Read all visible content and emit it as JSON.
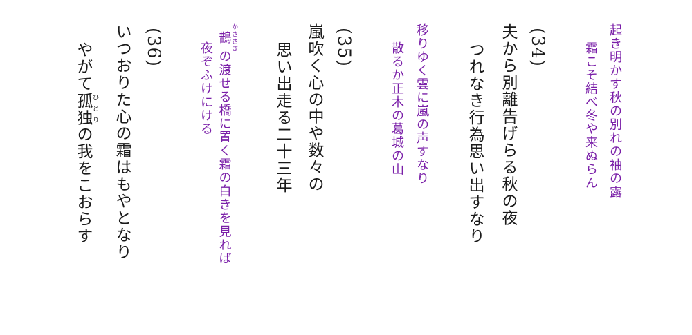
{
  "poems": [
    {
      "number": null,
      "color": "#7a1fa8",
      "lines": [
        "起き明かす秋の別れの袖の露",
        "霜こそ結べ冬や来ぬらん"
      ]
    },
    {
      "number": "(34)",
      "color": "#1a1a1a",
      "lines": [
        "夫から別離告げらる秋の夜",
        "つれなき行為思い出すなり"
      ]
    },
    {
      "number": null,
      "color": "#7a1fa8",
      "lines": [
        "移りゆく雲に嵐の声すなり",
        "散るか正木の葛城の山"
      ]
    },
    {
      "number": "(35)",
      "color": "#1a1a1a",
      "lines": [
        "嵐吹く心の中や数々の",
        "思い出走る二十三年"
      ]
    },
    {
      "number": null,
      "color": "#7a1fa8",
      "line1_word": "鵲",
      "line1_ruby": "かささぎ",
      "line1_rest": "の渡せる橋に置く霜の白きを見れば",
      "lines": [
        "夜ぞふけにける"
      ]
    },
    {
      "number": "(36)",
      "color": "#1a1a1a",
      "lines": [
        "いつおりた心の霜はもやとなり"
      ],
      "line2_pre": "やがて",
      "line2_word": "孤独",
      "line2_ruby": "ひとり",
      "line2_post": "の我をこおらす"
    }
  ]
}
